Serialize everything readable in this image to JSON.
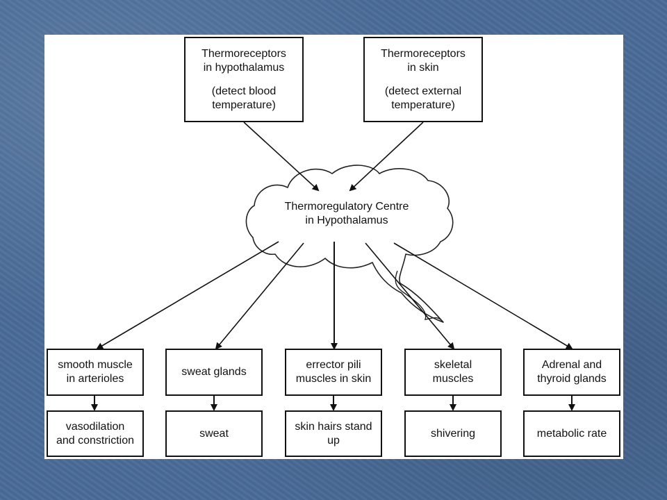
{
  "sensors": [
    {
      "line1": "Thermoreceptors",
      "line2": "in hypothalamus",
      "line3": "(detect blood",
      "line4": "temperature)"
    },
    {
      "line1": "Thermoreceptors",
      "line2": "in skin",
      "line3": "(detect external",
      "line4": "temperature)"
    }
  ],
  "centre": {
    "line1": "Thermoregulatory Centre",
    "line2": "in Hypothalamus"
  },
  "effectors": [
    {
      "line1": "smooth muscle",
      "line2": "in arterioles"
    },
    {
      "line1": "sweat glands",
      "line2": ""
    },
    {
      "line1": "errector pili",
      "line2": "muscles in skin"
    },
    {
      "line1": "skeletal",
      "line2": "muscles"
    },
    {
      "line1": "Adrenal and",
      "line2": "thyroid glands"
    }
  ],
  "responses": [
    {
      "line1": "vasodilation",
      "line2": "and constriction"
    },
    {
      "line1": "sweat",
      "line2": ""
    },
    {
      "line1": "skin hairs stand",
      "line2": "up"
    },
    {
      "line1": "shivering",
      "line2": ""
    },
    {
      "line1": "metabolic rate",
      "line2": ""
    }
  ]
}
